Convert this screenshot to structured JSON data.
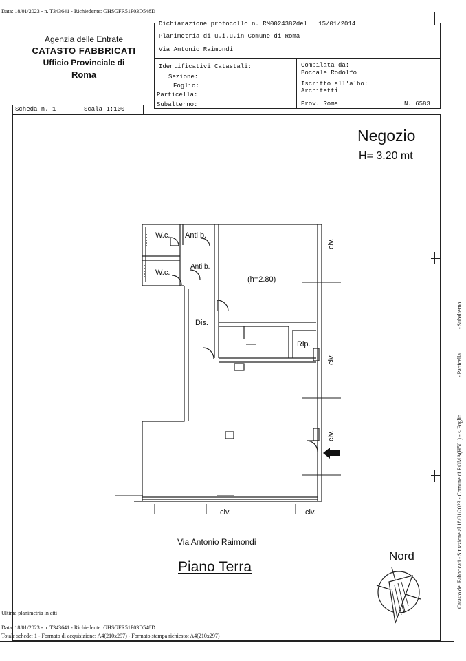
{
  "header_top": {
    "data_line": "Data: 18/01/2023 - n. T343641 - Richiedente: GHSGFR51P03D548D"
  },
  "agency": {
    "line1": "Agenzia delle Entrate",
    "line2": "CATASTO FABBRICATI",
    "line3": "Ufficio Provinciale di",
    "line4": "Roma"
  },
  "protocol": {
    "label": "Dichiarazione protocollo n.",
    "number": "RM0024382",
    "del_label": "del",
    "date": "15/01/2014",
    "planimetria": "Planimetria di u.i.u.in Comune di Roma",
    "address": "Via Antonio Raimondi"
  },
  "identificativi": {
    "title": "Identificativi Catastali:",
    "sezione": "Sezione:",
    "foglio": "Foglio:",
    "particella": "Particella:",
    "subalterno": "Subalterno:"
  },
  "compilata": {
    "label": "Compilata da:",
    "name": "Boccale Rodolfo",
    "iscritto": "Iscritto all'albo:",
    "albo": "Architetti",
    "prov": "Prov. Roma",
    "n": "N. 6583"
  },
  "scheda": {
    "scheda": "Scheda n. 1",
    "scala": "Scala 1:100"
  },
  "plan": {
    "title": "Negozio",
    "height": "H= 3.20 mt",
    "wc1": "W.c.",
    "antib1": "Anti b.",
    "wc2": "W.c.",
    "antib2": "Anti b.",
    "h_label": "(h=2.80)",
    "dis": "Dis.",
    "rip": "Rip.",
    "civ_1": "civ.",
    "civ_2": "civ.",
    "civ_3": "civ.",
    "civ_bottom_1": "civ.",
    "civ_bottom_2": "civ.",
    "street": "Via Antonio Raimondi",
    "floor": "Piano Terra",
    "north": "Nord"
  },
  "side_text": {
    "line1": "Catasto dei Fabbricati - Situazione al 18/01/2023 - Comune di ROMA(H501) - < Foglio",
    "particella": "- Particella",
    "subalterno": "- Subalterno"
  },
  "footer": {
    "ultima": "Ultima planimetria in atti",
    "data_line": "Data: 18/01/2023 - n. T343641 - Richiedente: GHSGFR51P03D548D",
    "totale": "Totale schede: 1 - Formato di acquisizione: A4(210x297) - Formato stampa richiesto: A4(210x297)"
  }
}
